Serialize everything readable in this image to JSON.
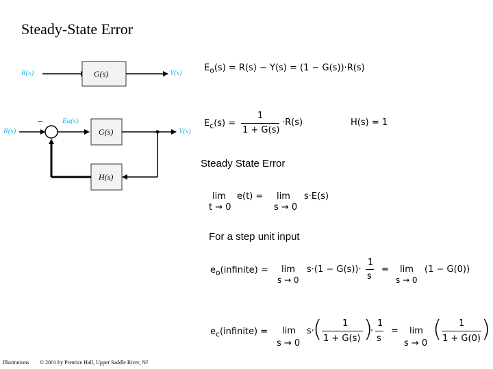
{
  "page": {
    "title": "Steady-State Error"
  },
  "diagram1": {
    "input": "R(s)",
    "block": "G(s)",
    "output": "Y(s)"
  },
  "diagram2": {
    "input": "R(s)",
    "error": "Ea(s)",
    "minus": "−",
    "forward_block": "G(s)",
    "feedback_block": "H(s)",
    "output": "Y(s)"
  },
  "equations": {
    "eq1": {
      "lhs": "E",
      "lhs_sub": "o",
      "rhs": "(s) = R(s) − Y(s) = (1 − G(s))·R(s)"
    },
    "eq2": {
      "lhs": "E",
      "lhs_sub": "c",
      "lhs_rest": "(s) =",
      "num": "1",
      "den": "1 + G(s)",
      "tail": "·R(s)"
    },
    "eq_h": "H(s) = 1",
    "heading1": "Steady State Error",
    "eq3": {
      "lim_left": "lim",
      "fn": "e(t)  =",
      "sub_left": "t → 0",
      "lim_right": "lim",
      "expr": "s·E(s)",
      "sub_right": "s → 0"
    },
    "heading2": "For a step unit input",
    "eq4": {
      "lhs": "e",
      "lhs_sub": "o",
      "lhs_rest": "(infinite) =",
      "lim1": "lim",
      "sub1": "s → 0",
      "expr1": "s·(1 − G(s))·",
      "frac_num": "1",
      "frac_den": "s",
      "eq": "=",
      "lim2": "lim",
      "sub2": "s → 0",
      "expr2": "(1 − G(0))"
    },
    "eq5": {
      "lhs": "e",
      "lhs_sub": "c",
      "lhs_rest": "(infinite) =",
      "lim1": "lim",
      "sub1": "s → 0",
      "s_dot": "s·",
      "num1": "1",
      "den1": "1 + G(s)",
      "dot": "·",
      "num2": "1",
      "den2": "s",
      "eq": "=",
      "lim2": "lim",
      "sub2": "s → 0",
      "num3": "1",
      "den3": "1 + G(0)"
    }
  },
  "footer": {
    "left": "Illustrations",
    "right": "© 2001 by Prentice Hall, Upper Saddle River, NJ"
  }
}
